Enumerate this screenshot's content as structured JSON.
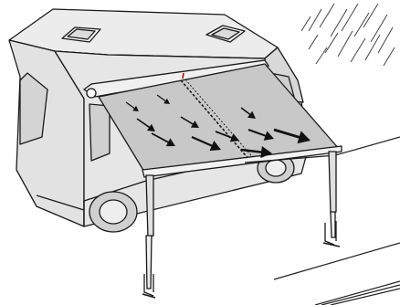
{
  "diagram": {
    "subject": "caravan-awning-rain-runoff",
    "colors": {
      "background": "#ffffff",
      "vehicle_fill": "#e6e6e6",
      "vehicle_shade": "#cfcfcf",
      "awning_fill": "#cccccc",
      "outline": "#1a1a1a",
      "arrow": "#111111"
    },
    "flow_arrows_count": 11,
    "rain_lines_count": 16,
    "legs_count": 2
  }
}
